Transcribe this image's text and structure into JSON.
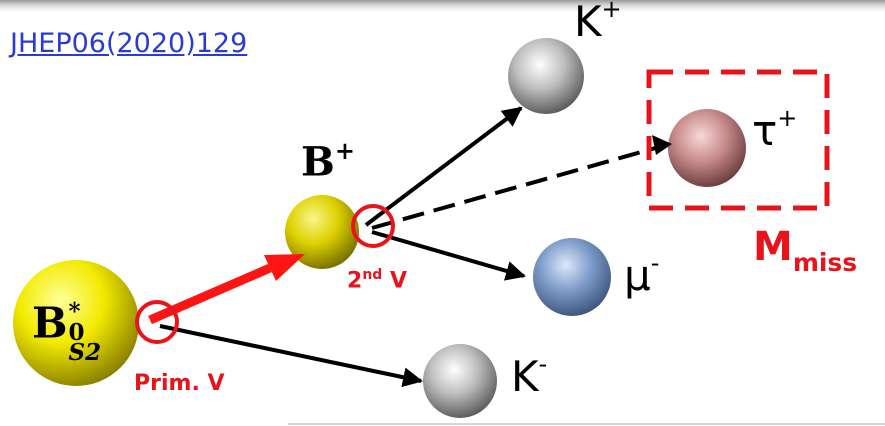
{
  "reference": {
    "text": "JHEP06(2020)129"
  },
  "labels": {
    "parent_b": "B",
    "parent_star": "*",
    "parent_zero": "0",
    "parent_sub": "S2",
    "b_plus": "B",
    "b_plus_charge": "+",
    "k_plus": "K",
    "k_plus_charge": "+",
    "tau": "τ",
    "tau_charge": "+",
    "mu": "μ",
    "mu_charge": "-",
    "k_minus": "K",
    "k_minus_charge": "-",
    "prim_vertex": "Prim. V",
    "second_vertex_num": "2",
    "second_vertex_ord": "nd",
    "second_vertex_v": " V",
    "m_miss": "M",
    "m_miss_sub": "miss"
  },
  "colors": {
    "parent_ball": "#f2ea00",
    "b_plus_ball": "#e2d600",
    "k_ball": "#a9a9a9",
    "tau_ball": "#c98c8c",
    "mu_ball": "#7e9dcb",
    "vertex_red": "#e8141c",
    "link_blue": "#2a3cd0"
  }
}
